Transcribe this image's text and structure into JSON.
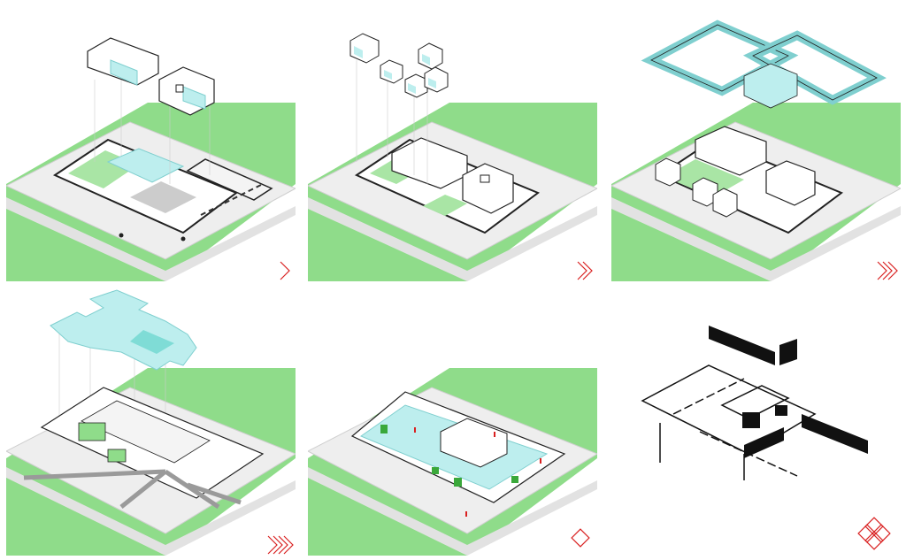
{
  "colors": {
    "grass": "#8fdc8a",
    "grass_light": "#a9e5a5",
    "ground": "#eeeeee",
    "ground_edge": "#cfcfcf",
    "glass": "#bdeeee",
    "glass_edge": "#7fcfcf",
    "line": "#222222",
    "accent": "#d92020",
    "plant": "#3aa83a"
  },
  "panels": [
    {
      "step": 1,
      "marker": "chevron-1-icon"
    },
    {
      "step": 2,
      "marker": "chevron-2-icon"
    },
    {
      "step": 3,
      "marker": "chevron-3-icon"
    },
    {
      "step": 4,
      "marker": "chevron-4-icon"
    },
    {
      "step": 5,
      "marker": "diamond-icon"
    },
    {
      "step": 6,
      "marker": "diamond-cluster-icon"
    }
  ]
}
